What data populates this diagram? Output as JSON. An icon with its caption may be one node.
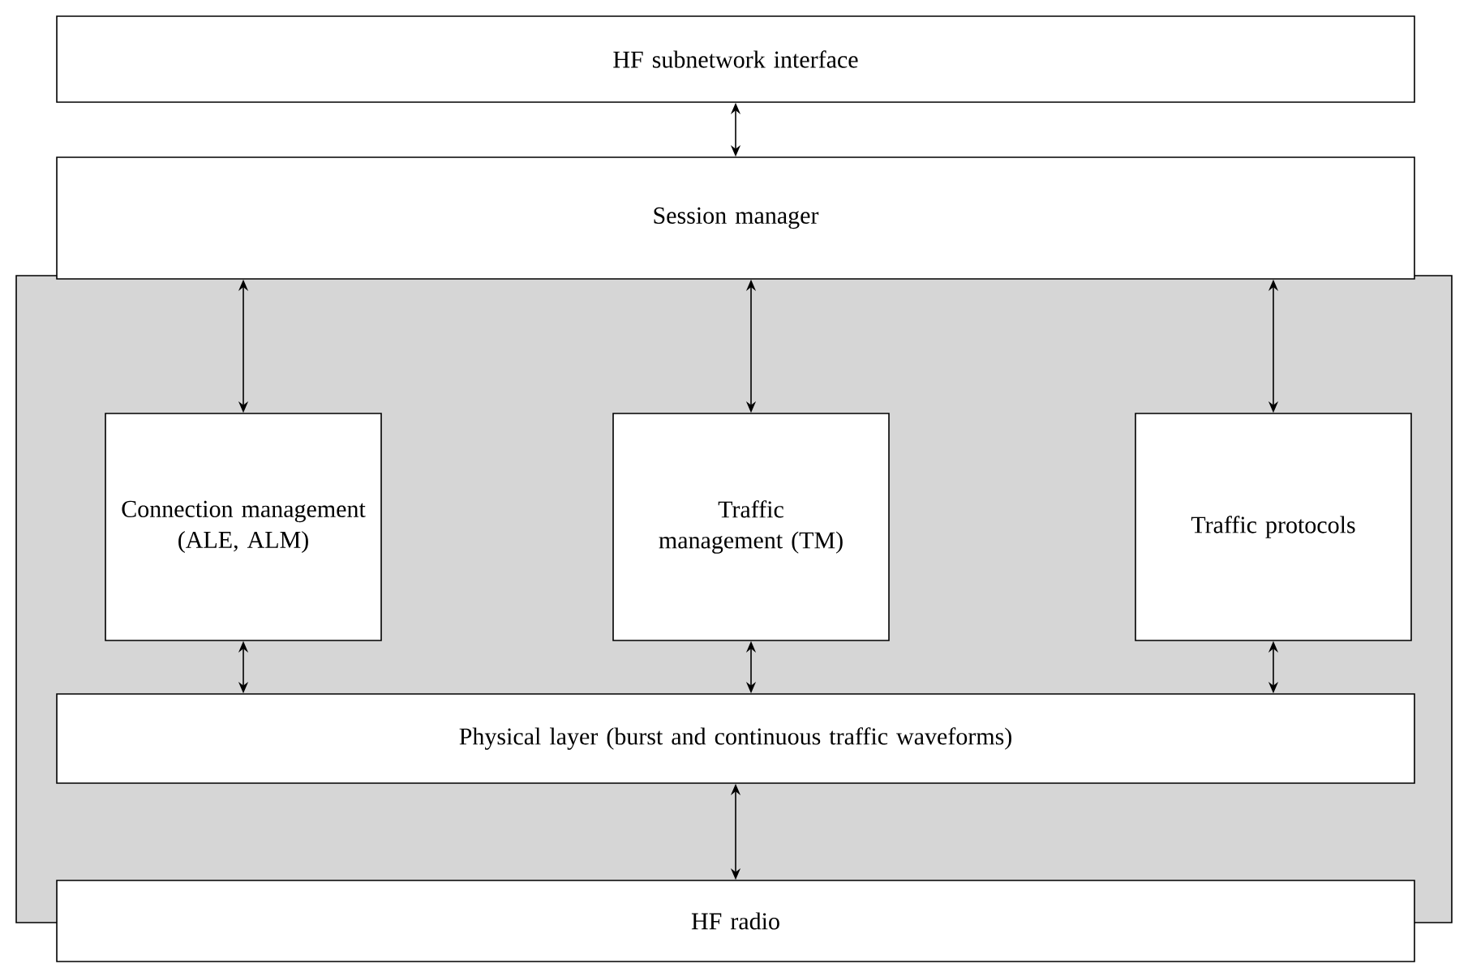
{
  "diagram": {
    "nodes": [
      {
        "text": [
          "HF subnetwork interface"
        ]
      },
      {
        "text": [
          "Session manager"
        ]
      },
      {
        "text": [],
        "shape": "box"
      },
      {
        "text": [
          "Connection management (ALE, ALM)"
        ],
        "in": 2
      },
      {
        "text": [
          "Traffic management (TM)"
        ],
        "in": 2
      },
      {
        "text": [
          "Traffic protocols"
        ],
        "in": 2
      },
      {
        "text": [
          "Physical layer (burst and continuous traffic waveforms)"
        ],
        "in": 2
      },
      {
        "text": [
          "HF radio"
        ]
      }
    ],
    "edges": [
      {
        "from": 0,
        "to": 1,
        "arrow": "both"
      },
      {
        "from": 1,
        "to": 3,
        "arrow": "both"
      },
      {
        "from": 1,
        "to": 4,
        "arrow": "both"
      },
      {
        "from": 1,
        "to": 5,
        "arrow": "both"
      },
      {
        "from": 3,
        "to": 6,
        "arrow": "both"
      },
      {
        "from": 4,
        "to": 6,
        "arrow": "both"
      },
      {
        "from": 5,
        "to": 6,
        "arrow": "both"
      },
      {
        "from": 6,
        "to": 7,
        "arrow": "both"
      }
    ]
  }
}
